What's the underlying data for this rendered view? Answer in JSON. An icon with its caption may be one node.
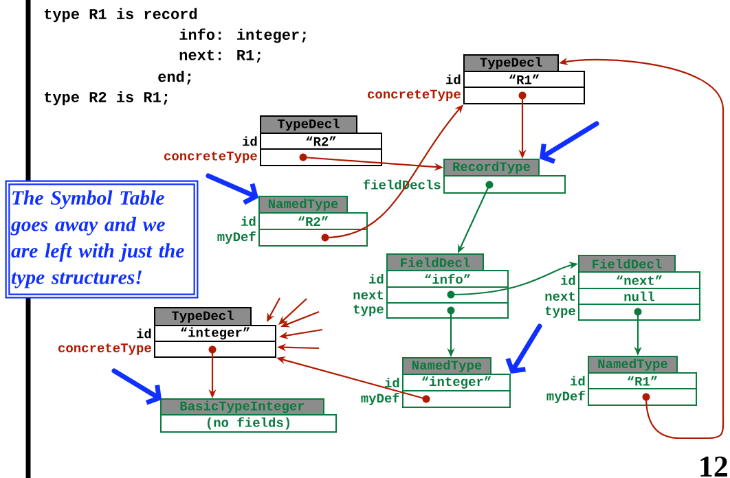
{
  "diagram": {
    "nodes": [
      {
        "text": [
          "TypeDecl"
        ]
      },
      {
        "text": [
          "“R1”"
        ],
        "beside": [
          "id"
        ]
      },
      {
        "text": [],
        "shape": "box",
        "beside": [
          "concreteType"
        ]
      },
      {
        "text": [
          "TypeDecl"
        ]
      },
      {
        "text": [
          "“R2”"
        ],
        "beside": [
          "id"
        ]
      },
      {
        "text": [],
        "shape": "box",
        "beside": [
          "concreteType"
        ]
      },
      {
        "text": [
          "RecordType"
        ]
      },
      {
        "text": [],
        "shape": "box",
        "beside": [
          "fieldDecls"
        ]
      },
      {
        "text": [
          "The Symbol Table goes away and we are left with just the type structures!"
        ]
      },
      {
        "text": [
          "NamedType"
        ]
      },
      {
        "text": [
          "“R2”"
        ],
        "beside": [
          "id"
        ]
      },
      {
        "text": [],
        "shape": "box",
        "beside": [
          "myDef"
        ]
      },
      {
        "text": [
          "FieldDecl"
        ]
      },
      {
        "text": [
          "“info”"
        ],
        "beside": [
          "id"
        ]
      },
      {
        "text": [],
        "shape": "box",
        "beside": [
          "next"
        ]
      },
      {
        "text": [],
        "shape": "box",
        "beside": [
          "type"
        ]
      },
      {
        "text": [
          "FieldDecl"
        ]
      },
      {
        "text": [
          "“next”"
        ],
        "beside": [
          "id"
        ]
      },
      {
        "text": [
          "null"
        ],
        "beside": [
          "next"
        ]
      },
      {
        "text": [],
        "shape": "box",
        "beside": [
          "type"
        ]
      },
      {
        "text": [
          "TypeDecl"
        ]
      },
      {
        "text": [
          "“integer”"
        ],
        "beside": [
          "id"
        ]
      },
      {
        "text": [],
        "shape": "box",
        "beside": [
          "concreteType"
        ]
      },
      {
        "text": [
          "NamedType"
        ]
      },
      {
        "text": [
          "“integer”"
        ],
        "beside": [
          "id"
        ]
      },
      {
        "text": [],
        "shape": "box",
        "beside": [
          "myDef"
        ]
      },
      {
        "text": [
          "NamedType"
        ]
      },
      {
        "text": [
          "“R1”"
        ],
        "beside": [
          "id"
        ]
      },
      {
        "text": [],
        "shape": "box",
        "beside": [
          "myDef"
        ]
      },
      {
        "text": [
          "BasicTypeInteger"
        ]
      },
      {
        "text": [
          "(no fields)"
        ]
      }
    ],
    "edges": [
      {
        "from": 5,
        "to": 6,
        "arrow": "to"
      },
      {
        "from": 2,
        "to": 6,
        "arrow": "to"
      },
      {
        "from": 11,
        "to": 2,
        "arrow": "to"
      },
      {
        "from": 28,
        "to": 0,
        "arrow": "to"
      },
      {
        "from": 22,
        "to": 29,
        "arrow": "to"
      },
      {
        "from": 25,
        "to": 22,
        "arrow": "to"
      },
      {
        "from": 7,
        "to": 12,
        "arrow": "to",
        "color": "#0b7a3e"
      },
      {
        "from": 14,
        "to": 16,
        "arrow": "to",
        "color": "#0b7a3e"
      },
      {
        "from": 15,
        "to": 23,
        "arrow": "to",
        "color": "#0b7a3e"
      },
      {
        "from": 19,
        "to": 26,
        "arrow": "to",
        "color": "#0b7a3e"
      },
      {
        "from": null,
        "to": 21,
        "arrow": "to"
      },
      {
        "from": null,
        "to": 21,
        "arrow": "to"
      },
      {
        "from": null,
        "to": 21,
        "arrow": "to"
      },
      {
        "from": null,
        "to": 21,
        "arrow": "to"
      },
      {
        "from": null,
        "to": 22,
        "arrow": "to"
      },
      {
        "from": null,
        "to": 9,
        "arrow": "to",
        "style": "thick",
        "color": "#1030ff"
      },
      {
        "from": null,
        "to": 6,
        "arrow": "to",
        "style": "thick",
        "color": "#1030ff"
      },
      {
        "from": null,
        "to": 24,
        "arrow": "to",
        "style": "thick",
        "color": "#1030ff"
      },
      {
        "from": null,
        "to": 29,
        "arrow": "to",
        "style": "thick",
        "color": "#1030ff"
      }
    ],
    "labels": [
      "type R1 is record",
      "info: integer;",
      "next: R1;",
      "end;",
      "type R2 is R1;",
      "12"
    ]
  }
}
